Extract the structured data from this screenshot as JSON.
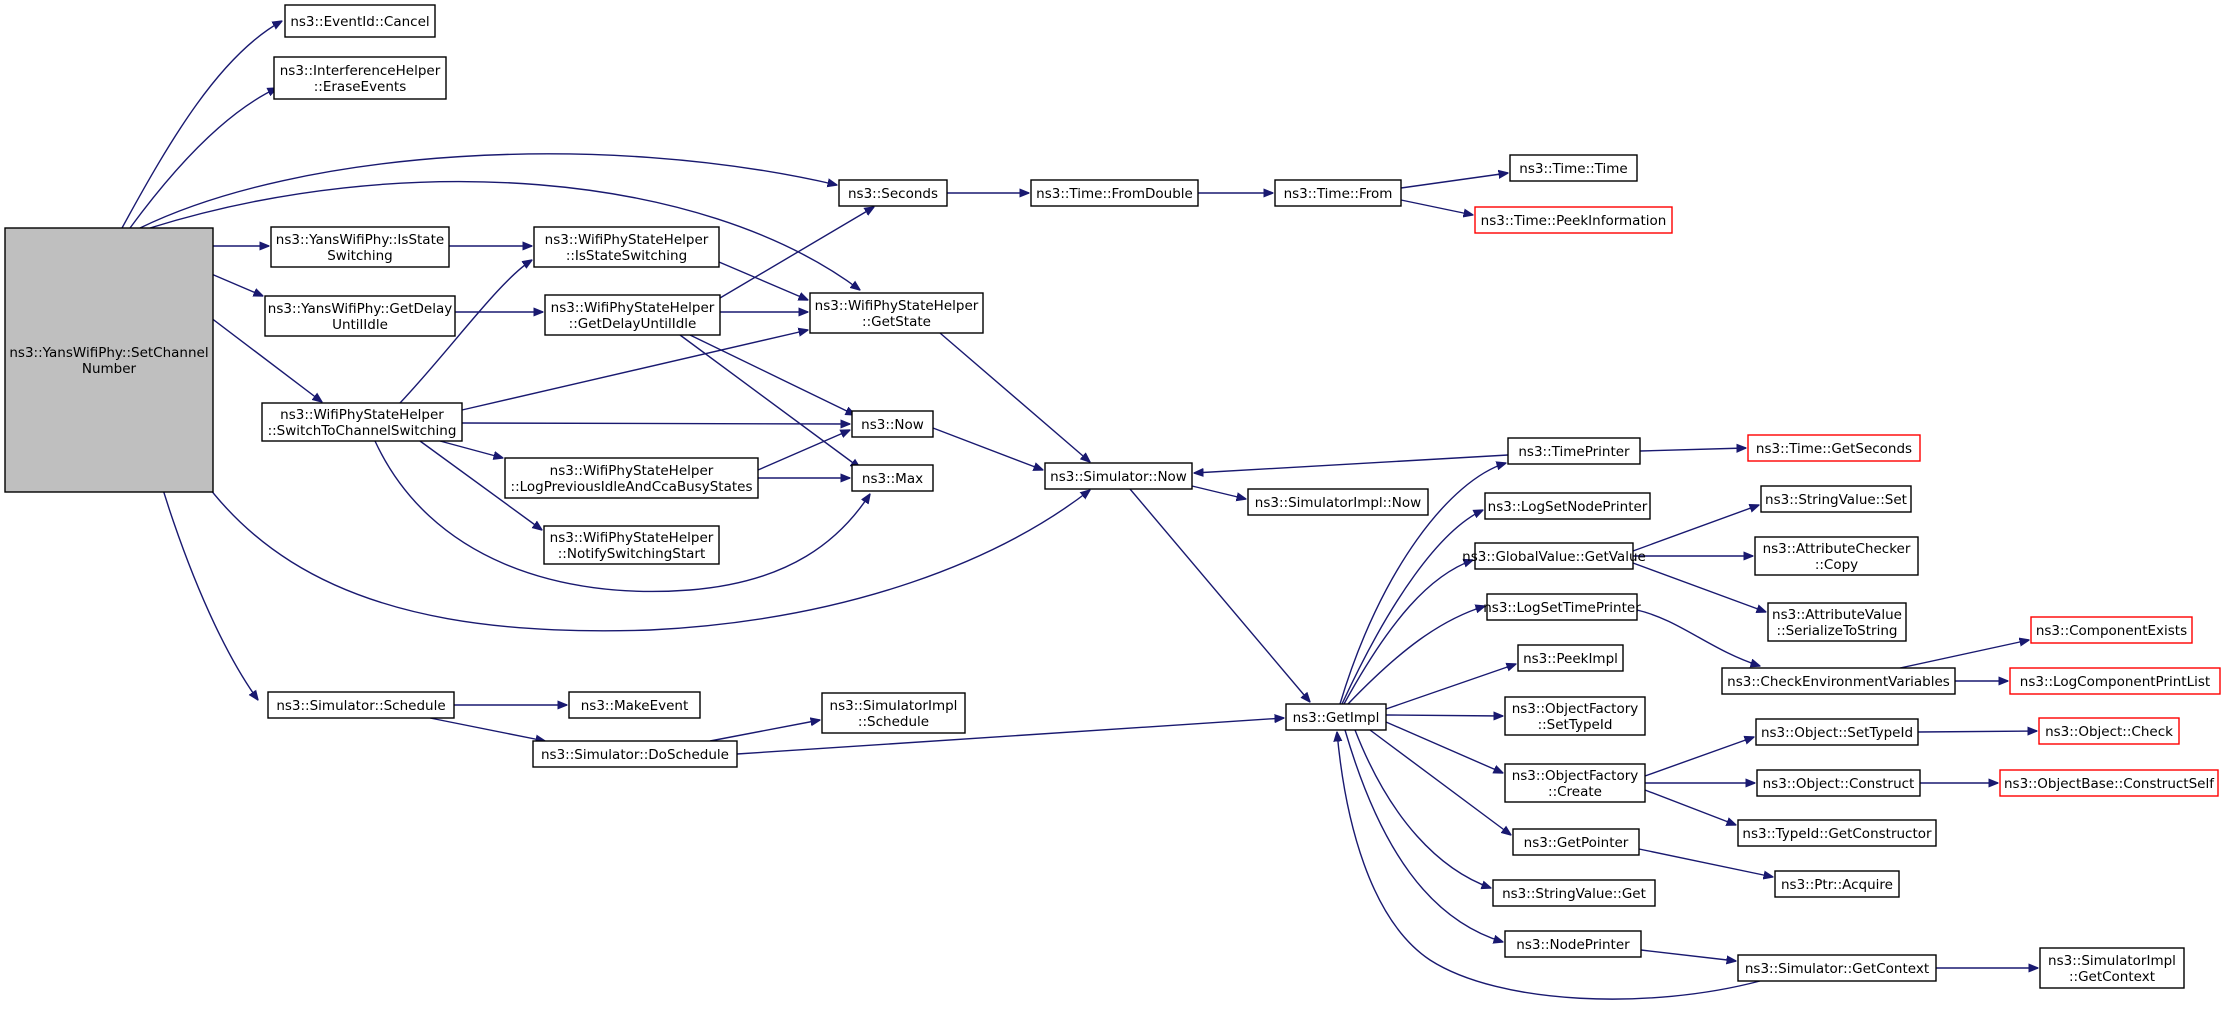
{
  "diagram": {
    "type": "call-graph",
    "colors": {
      "edge": "#191970",
      "root_fill": "#bfbfbf",
      "truncated_border": "#ff0000",
      "node_border": "#000000"
    },
    "nodes": {
      "root": [
        "ns3::YansWifiPhy::SetChannel",
        "Number"
      ],
      "cancel": [
        "ns3::EventId::Cancel"
      ],
      "erase": [
        "ns3::InterferenceHelper",
        "::EraseEvents"
      ],
      "seconds": [
        "ns3::Seconds"
      ],
      "fromdouble": [
        "ns3::Time::FromDouble"
      ],
      "from": [
        "ns3::Time::From"
      ],
      "time": [
        "ns3::Time::Time"
      ],
      "peekinfo": [
        "ns3::Time::PeekInformation"
      ],
      "yisstate": [
        "ns3::YansWifiPhy::IsState",
        "Switching"
      ],
      "wisstate": [
        "ns3::WifiPhyStateHelper",
        "::IsStateSwitching"
      ],
      "ygetdelay": [
        "ns3::YansWifiPhy::GetDelay",
        "UntilIdle"
      ],
      "wgetdelay": [
        "ns3::WifiPhyStateHelper",
        "::GetDelayUntilIdle"
      ],
      "getstate": [
        "ns3::WifiPhyStateHelper",
        "::GetState"
      ],
      "switchto": [
        "ns3::WifiPhyStateHelper",
        "::SwitchToChannelSwitching"
      ],
      "now": [
        "ns3::Now"
      ],
      "max": [
        "ns3::Max"
      ],
      "logprev": [
        "ns3::WifiPhyStateHelper",
        "::LogPreviousIdleAndCcaBusyStates"
      ],
      "notify": [
        "ns3::WifiPhyStateHelper",
        "::NotifySwitchingStart"
      ],
      "simnow": [
        "ns3::Simulator::Now"
      ],
      "simimplnow": [
        "ns3::SimulatorImpl::Now"
      ],
      "timeprinter": [
        "ns3::TimePrinter"
      ],
      "getseconds": [
        "ns3::Time::GetSeconds"
      ],
      "lognodeprinter": [
        "ns3::LogSetNodePrinter"
      ],
      "globalget": [
        "ns3::GlobalValue::GetValue"
      ],
      "stringset": [
        "ns3::StringValue::Set"
      ],
      "attrcopy": [
        "ns3::AttributeChecker",
        "::Copy"
      ],
      "attrser": [
        "ns3::AttributeValue",
        "::SerializeToString"
      ],
      "logtimeprinter": [
        "ns3::LogSetTimePrinter"
      ],
      "checkenv": [
        "ns3::CheckEnvironmentVariables"
      ],
      "compexists": [
        "ns3::ComponentExists"
      ],
      "logcomplist": [
        "ns3::LogComponentPrintList"
      ],
      "peekimpl": [
        "ns3::PeekImpl"
      ],
      "getimpl": [
        "ns3::GetImpl"
      ],
      "ofsettypeid": [
        "ns3::ObjectFactory",
        "::SetTypeId"
      ],
      "ofcreate": [
        "ns3::ObjectFactory",
        "::Create"
      ],
      "objsettypeid": [
        "ns3::Object::SetTypeId"
      ],
      "objcheck": [
        "ns3::Object::Check"
      ],
      "objconstruct": [
        "ns3::Object::Construct"
      ],
      "objbaseconstruct": [
        "ns3::ObjectBase::ConstructSelf"
      ],
      "typeidgetctor": [
        "ns3::TypeId::GetConstructor"
      ],
      "getpointer": [
        "ns3::GetPointer"
      ],
      "ptracquire": [
        "ns3::Ptr::Acquire"
      ],
      "stringget": [
        "ns3::StringValue::Get"
      ],
      "nodeprinter": [
        "ns3::NodePrinter"
      ],
      "simgetctx": [
        "ns3::Simulator::GetContext"
      ],
      "simimplgetctx": [
        "ns3::SimulatorImpl",
        "::GetContext"
      ],
      "schedule": [
        "ns3::Simulator::Schedule"
      ],
      "makeevent": [
        "ns3::MakeEvent"
      ],
      "doschedule": [
        "ns3::Simulator::DoSchedule"
      ],
      "simimplschedule": [
        "ns3::SimulatorImpl",
        "::Schedule"
      ]
    }
  }
}
